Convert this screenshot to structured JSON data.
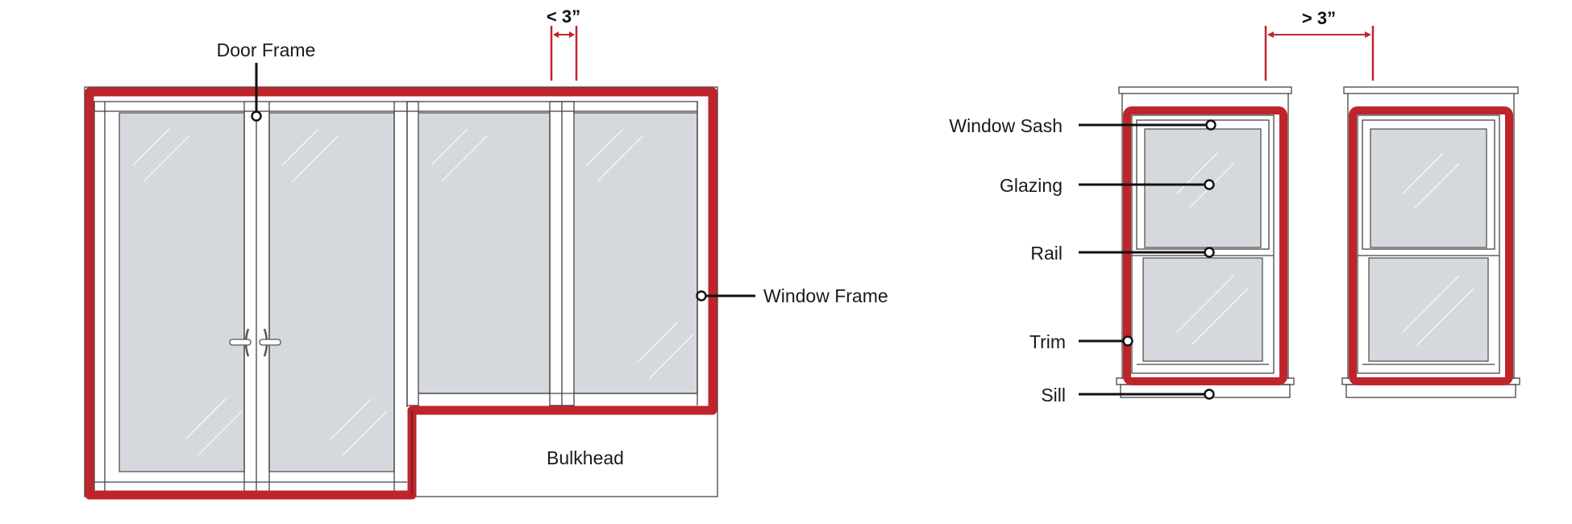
{
  "labels": {
    "door_frame": "Door Frame",
    "window_frame": "Window Frame",
    "bulkhead": "Bulkhead",
    "window_sash": "Window Sash",
    "glazing": "Glazing",
    "rail": "Rail",
    "trim": "Trim",
    "sill": "Sill"
  },
  "dimensions": {
    "left_gap": "< 3”",
    "right_gap": "> 3”"
  },
  "colors": {
    "highlight": "#c0242b",
    "glass": "#d5d9dd",
    "line": "#444444"
  }
}
